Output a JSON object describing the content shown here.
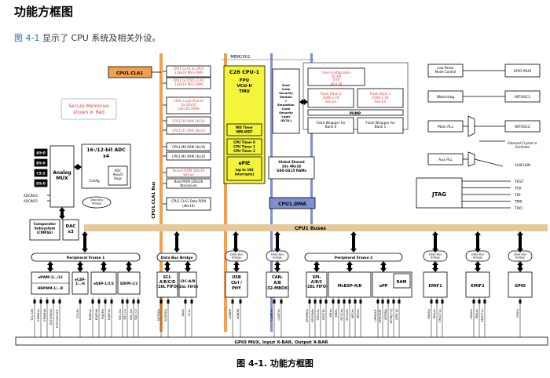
{
  "heading": "功能方框图",
  "subtitle": {
    "ref": "图 4-1",
    "text": " 显示了 CPU 系统及相关外设。"
  },
  "caption": "图 4-1. 功能方框图",
  "colors": {
    "orange": "#f0a050",
    "yellow": "#f4f43c",
    "blue": "#7f8fcf",
    "red": "#e04040",
    "tan": "#e6c99a"
  },
  "diagram": {
    "memcpu1": "MEMCPU1",
    "cpu1_cla1": "CPU1.CLA1",
    "cla_ram": [
      [
        "CPU1.CLA1 to CPU1",
        "128x16 MSG RAM"
      ],
      [
        "CPU1 to CPU1.CLA1",
        "128x16 MSG RAM"
      ]
    ],
    "local_shared": [
      "CPU1 Local Shared",
      "6x 2Kx16",
      "LS0-LS5 RAMs"
    ],
    "d_rams": [
      "CPU1.D0 RAM 2Kx16",
      "CPU1.D1 RAM 2Kx16"
    ],
    "m_rams": [
      "CPU1.M0 RAM 1Kx16",
      "CPU1.M1 RAM 1Kx16"
    ],
    "secure_rom": [
      "Secure-ROM 32Kx16",
      "Secure"
    ],
    "boot_rom": [
      "Boot-ROM 32Kx16",
      "Nonsecure"
    ],
    "data_rom": [
      "CPU1.CLA1 Data ROM",
      "(4Kx16)"
    ],
    "secure_note": [
      "Secure Memories",
      "shown in Red"
    ],
    "c28": {
      "title": "C28 CPU-1",
      "lines": [
        "FPU",
        "VCU-II",
        "TMU"
      ]
    },
    "wd_timer": [
      "WD Timer",
      "NMI-WDT"
    ],
    "cpu_timers": [
      "CPU Timer 0",
      "CPU Timer 1",
      "CPU Timer 2"
    ],
    "epie": [
      "ePIE",
      "(up to 192",
      "interrupts)"
    ],
    "dcsm": [
      "Dual",
      "Code",
      "Security",
      "Module",
      "+",
      "Emulation",
      "Code",
      "Security",
      "Logic",
      "(ECSL)"
    ],
    "otp": [
      "User-Configurable",
      "DCSM",
      "OTP",
      "1K x 16"
    ],
    "flash0": [
      "Flash Bank 0",
      "256K x 16",
      "Secure"
    ],
    "flash1": [
      "Flash Bank 1",
      "256K x 16",
      "Secure"
    ],
    "pump": "PUMP",
    "wrapper0": [
      "Flash Wrapper for",
      "Bank 0"
    ],
    "wrapper1": [
      "Flash Wrapper for",
      "Bank 1"
    ],
    "gs_rams": [
      "Global Shared",
      "16x 4Kx16",
      "GS0-GS15 RAMs"
    ],
    "cpu1_dma": "CPU1.DMA",
    "cla1_bus": "CPU1.CLA1 Bus",
    "cpu1_buses": "CPU1 Buses",
    "low_power": [
      "Low-Power",
      "Mode Control"
    ],
    "gpio_mux": "GPIO MUX",
    "watchdog": "Watchdog",
    "intosc1": "INTOSC1",
    "main_pll": "Main PLL",
    "intosc2": "INTOSC2",
    "ext_osc": [
      "External Crystal or",
      "Oscillator"
    ],
    "aux_pll": "Aux PLL",
    "auxclkin": "AUXCLKIN",
    "jtag": "JTAG",
    "jtag_pins": [
      "TRST",
      "TCK",
      "TDI",
      "TMS",
      "TDO"
    ],
    "adc_inputs": [
      "A5:0",
      "B5:0",
      "C5:2",
      "D5:0"
    ],
    "adcin14": "ADCIN14",
    "adcin15": "ADCIN15",
    "analog_mux": [
      "Analog",
      "MUX"
    ],
    "adc_title": [
      "16-/12-bit ADC",
      "x4"
    ],
    "config": "Config",
    "adc_regs": [
      "ADC",
      "Result",
      "Regs"
    ],
    "data_bus_bridge": [
      "Data Bus",
      "Bridge"
    ],
    "cmpss": [
      "Comparator",
      "Subsystem",
      "(CMPSS)"
    ],
    "dac": [
      "DAC",
      "x3"
    ],
    "pf1": "Peripheral Frame 1",
    "pf2": "Peripheral Frame 2",
    "dbb_long": "Data Bus Bridge",
    "periph": {
      "epwm": [
        "ePWM-1/../12",
        "HRPWM-1/../8"
      ],
      "ecap": [
        "eCAP-",
        "1/../6"
      ],
      "eqep": "eQEP-1/2/3",
      "sdfm": "SDFM-1/2",
      "sci": [
        "SCI-",
        "A/B/C/D",
        "(16L FIFO)"
      ],
      "i2c": [
        "I2C-A/B",
        "(16L FIFO)"
      ],
      "usb": [
        "USB",
        "Ctrl /",
        "PHY"
      ],
      "can": [
        "CAN-",
        "A/B",
        "(32-MBOX)"
      ],
      "spi": [
        "SPI-",
        "A/B/C",
        "(16L FIFO)"
      ],
      "mcbsp": "McBSP-A/B",
      "upp": "uPP",
      "ram": "RAM",
      "emif1": "EMIF1",
      "emif2": "EMIF2",
      "gpio": "GPIO"
    },
    "pins": [
      "TZ1-TZ6",
      "EPWMxA",
      "EPWMxB",
      "EXTSYNCIN",
      "EXTSYNCOUT",
      "ECAPx",
      "EQEPxA",
      "EQEPxB",
      "EQEPxI",
      "EQEPxS",
      "SD1_Dx",
      "SD1_Cx",
      "SD2_Dx",
      "SD2_Cx",
      "SCITXDx",
      "SCIRXDx",
      "SDAx",
      "SCLx",
      "USBDP",
      "USBDM",
      "CANRXx",
      "CANTXx",
      "SPISIMOx",
      "SPISOMIx",
      "SPICLKx",
      "SPISTEx",
      "MDXx",
      "MDRx",
      "MCLKXx",
      "MCLKRx",
      "MFSXx",
      "MFSRx",
      "UPPWAIT",
      "UPPSTART",
      "UPPENA",
      "UPPD[7:0]",
      "UPPCLK",
      "EM1Dx",
      "EM1Ax",
      "EM1CTLx",
      "EM2Dx",
      "EM2Ax",
      "EM2CTLx",
      "GPIOn"
    ],
    "xbar": "GPIO MUX, Input X-BAR, Output X-BAR"
  }
}
